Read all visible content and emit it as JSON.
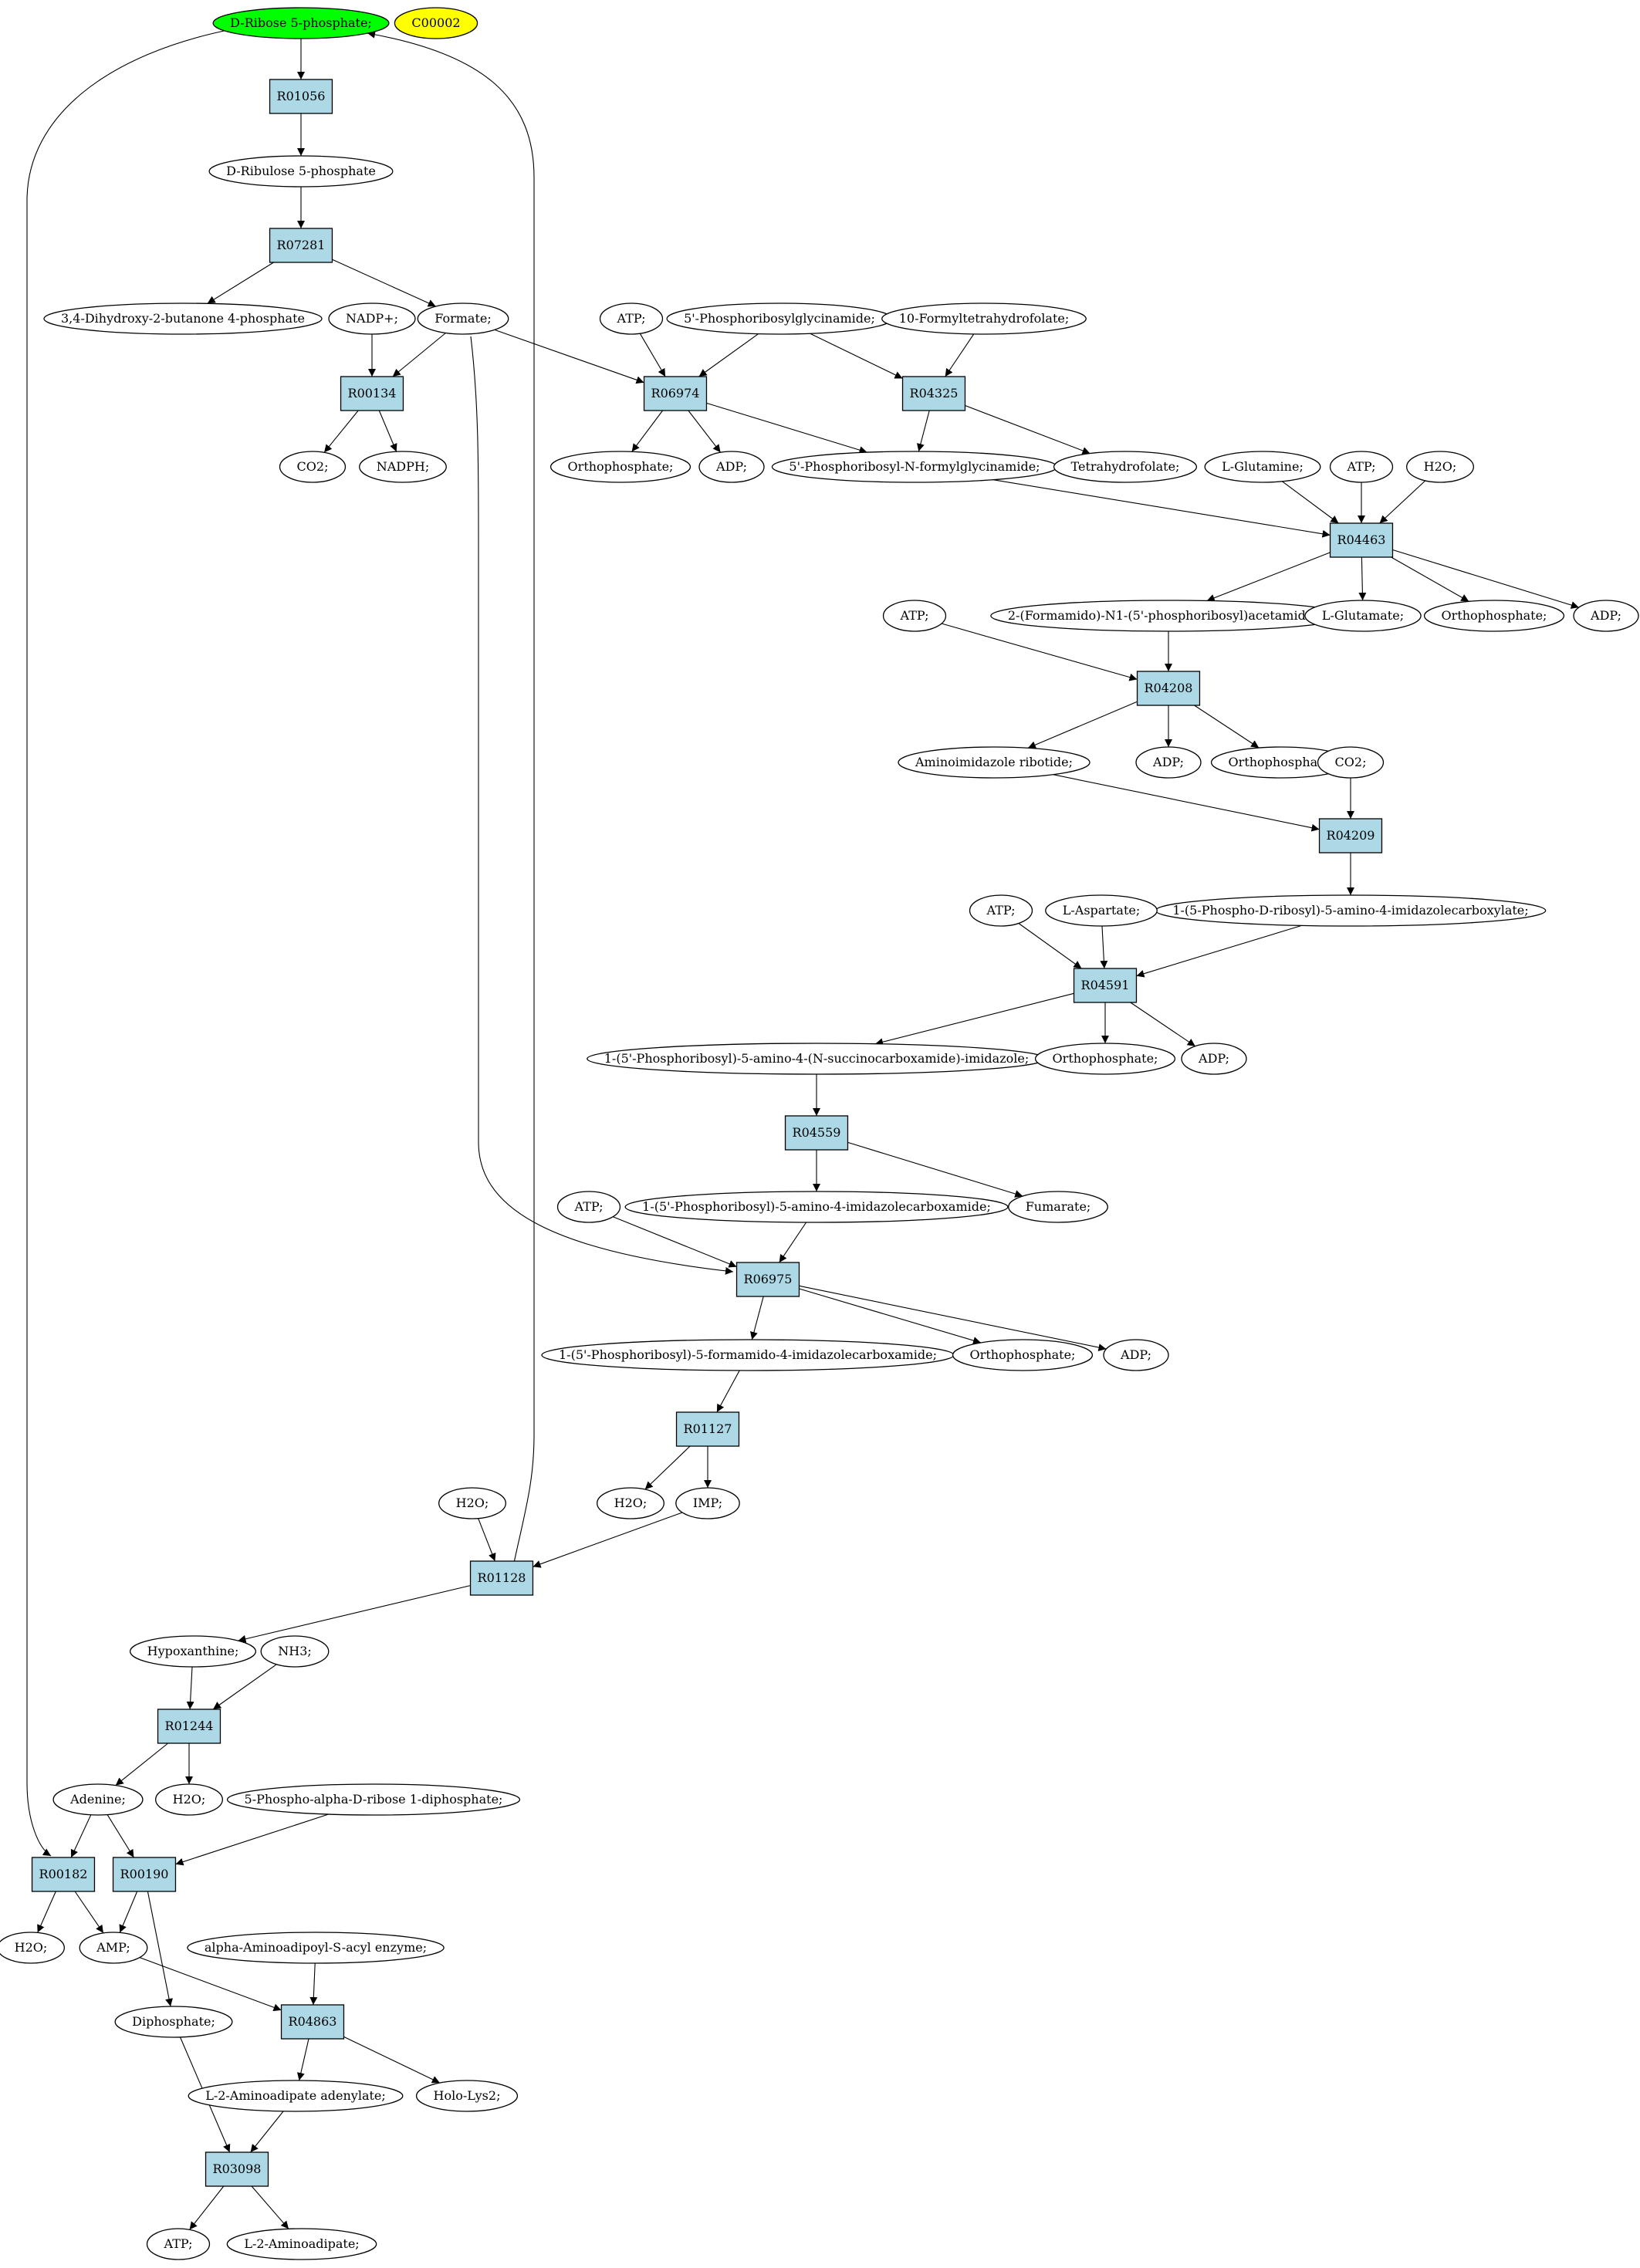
{
  "diagram": {
    "colors": {
      "reaction_fill": "#add8e6",
      "compound_fill": "#ffffff",
      "start_fill": "#00ff00",
      "code_fill": "#ffff00",
      "stroke": "#000000"
    },
    "nodes": [
      {
        "id": "n_ribose5p",
        "label": "D-Ribose 5-phosphate;",
        "kind": "compound",
        "style": "start"
      },
      {
        "id": "n_c00002",
        "label": "C00002",
        "kind": "compound",
        "style": "code"
      },
      {
        "id": "r01056",
        "label": "R01056",
        "kind": "reaction"
      },
      {
        "id": "n_ribulose5p",
        "label": "D-Ribulose 5-phosphate",
        "kind": "compound"
      },
      {
        "id": "r07281",
        "label": "R07281",
        "kind": "reaction"
      },
      {
        "id": "n_dhbp",
        "label": "3,4-Dihydroxy-2-butanone 4-phosphate",
        "kind": "compound"
      },
      {
        "id": "n_nadp",
        "label": "NADP+;",
        "kind": "compound"
      },
      {
        "id": "n_formate",
        "label": "Formate;",
        "kind": "compound"
      },
      {
        "id": "r00134",
        "label": "R00134",
        "kind": "reaction"
      },
      {
        "id": "n_co2_a",
        "label": "CO2;",
        "kind": "compound"
      },
      {
        "id": "n_nadph",
        "label": "NADPH;",
        "kind": "compound"
      },
      {
        "id": "n_atp_a",
        "label": "ATP;",
        "kind": "compound"
      },
      {
        "id": "n_prg",
        "label": "5'-Phosphoribosylglycinamide;",
        "kind": "compound"
      },
      {
        "id": "n_fthf",
        "label": "10-Formyltetrahydrofolate;",
        "kind": "compound"
      },
      {
        "id": "r06974",
        "label": "R06974",
        "kind": "reaction"
      },
      {
        "id": "r04325",
        "label": "R04325",
        "kind": "reaction"
      },
      {
        "id": "n_pi_a",
        "label": "Orthophosphate;",
        "kind": "compound"
      },
      {
        "id": "n_adp_a",
        "label": "ADP;",
        "kind": "compound"
      },
      {
        "id": "n_fgar",
        "label": "5'-Phosphoribosyl-N-formylglycinamide;",
        "kind": "compound"
      },
      {
        "id": "n_thf",
        "label": "Tetrahydrofolate;",
        "kind": "compound"
      },
      {
        "id": "n_gln",
        "label": "L-Glutamine;",
        "kind": "compound"
      },
      {
        "id": "n_atp_b",
        "label": "ATP;",
        "kind": "compound"
      },
      {
        "id": "n_h2o_a",
        "label": "H2O;",
        "kind": "compound"
      },
      {
        "id": "r04463",
        "label": "R04463",
        "kind": "reaction"
      },
      {
        "id": "n_fgam",
        "label": "2-(Formamido)-N1-(5'-phosphoribosyl)acetamidine;",
        "kind": "compound"
      },
      {
        "id": "n_glu",
        "label": "L-Glutamate;",
        "kind": "compound"
      },
      {
        "id": "n_pi_b",
        "label": "Orthophosphate;",
        "kind": "compound"
      },
      {
        "id": "n_adp_b",
        "label": "ADP;",
        "kind": "compound"
      },
      {
        "id": "n_atp_c",
        "label": "ATP;",
        "kind": "compound"
      },
      {
        "id": "r04208",
        "label": "R04208",
        "kind": "reaction"
      },
      {
        "id": "n_air",
        "label": "Aminoimidazole ribotide;",
        "kind": "compound"
      },
      {
        "id": "n_adp_c",
        "label": "ADP;",
        "kind": "compound"
      },
      {
        "id": "n_pi_c",
        "label": "Orthophosphate;",
        "kind": "compound"
      },
      {
        "id": "n_co2_b",
        "label": "CO2;",
        "kind": "compound"
      },
      {
        "id": "r04209",
        "label": "R04209",
        "kind": "reaction"
      },
      {
        "id": "n_cair",
        "label": "1-(5-Phospho-D-ribosyl)-5-amino-4-imidazolecarboxylate;",
        "kind": "compound"
      },
      {
        "id": "n_atp_d",
        "label": "ATP;",
        "kind": "compound"
      },
      {
        "id": "n_asp",
        "label": "L-Aspartate;",
        "kind": "compound"
      },
      {
        "id": "r04591",
        "label": "R04591",
        "kind": "reaction"
      },
      {
        "id": "n_saicar",
        "label": "1-(5'-Phosphoribosyl)-5-amino-4-(N-succinocarboxamide)-imidazole;",
        "kind": "compound"
      },
      {
        "id": "n_pi_d",
        "label": "Orthophosphate;",
        "kind": "compound"
      },
      {
        "id": "n_adp_d",
        "label": "ADP;",
        "kind": "compound"
      },
      {
        "id": "r04559",
        "label": "R04559",
        "kind": "reaction"
      },
      {
        "id": "n_aicar",
        "label": "1-(5'-Phosphoribosyl)-5-amino-4-imidazolecarboxamide;",
        "kind": "compound"
      },
      {
        "id": "n_fum",
        "label": "Fumarate;",
        "kind": "compound"
      },
      {
        "id": "n_atp_e",
        "label": "ATP;",
        "kind": "compound"
      },
      {
        "id": "r06975",
        "label": "R06975",
        "kind": "reaction"
      },
      {
        "id": "n_faicar",
        "label": "1-(5'-Phosphoribosyl)-5-formamido-4-imidazolecarboxamide;",
        "kind": "compound"
      },
      {
        "id": "n_pi_e",
        "label": "Orthophosphate;",
        "kind": "compound"
      },
      {
        "id": "n_adp_e",
        "label": "ADP;",
        "kind": "compound"
      },
      {
        "id": "r01127",
        "label": "R01127",
        "kind": "reaction"
      },
      {
        "id": "n_h2o_b",
        "label": "H2O;",
        "kind": "compound"
      },
      {
        "id": "n_imp",
        "label": "IMP;",
        "kind": "compound"
      },
      {
        "id": "n_h2o_c",
        "label": "H2O;",
        "kind": "compound"
      },
      {
        "id": "r01128",
        "label": "R01128",
        "kind": "reaction"
      },
      {
        "id": "n_hyp",
        "label": "Hypoxanthine;",
        "kind": "compound"
      },
      {
        "id": "n_nh3",
        "label": "NH3;",
        "kind": "compound"
      },
      {
        "id": "r01244",
        "label": "R01244",
        "kind": "reaction"
      },
      {
        "id": "n_ade",
        "label": "Adenine;",
        "kind": "compound"
      },
      {
        "id": "n_h2o_d",
        "label": "H2O;",
        "kind": "compound"
      },
      {
        "id": "n_prpp",
        "label": "5-Phospho-alpha-D-ribose 1-diphosphate;",
        "kind": "compound"
      },
      {
        "id": "r00182",
        "label": "R00182",
        "kind": "reaction"
      },
      {
        "id": "r00190",
        "label": "R00190",
        "kind": "reaction"
      },
      {
        "id": "n_h2o_e",
        "label": "H2O;",
        "kind": "compound"
      },
      {
        "id": "n_amp",
        "label": "AMP;",
        "kind": "compound"
      },
      {
        "id": "n_aase",
        "label": "alpha-Aminoadipoyl-S-acyl enzyme;",
        "kind": "compound"
      },
      {
        "id": "n_ppi",
        "label": "Diphosphate;",
        "kind": "compound"
      },
      {
        "id": "r04863",
        "label": "R04863",
        "kind": "reaction"
      },
      {
        "id": "n_aaad",
        "label": "L-2-Aminoadipate adenylate;",
        "kind": "compound"
      },
      {
        "id": "n_holo",
        "label": "Holo-Lys2;",
        "kind": "compound"
      },
      {
        "id": "r03098",
        "label": "R03098",
        "kind": "reaction"
      },
      {
        "id": "n_atp_f",
        "label": "ATP;",
        "kind": "compound"
      },
      {
        "id": "n_aad",
        "label": "L-2-Aminoadipate;",
        "kind": "compound"
      }
    ],
    "edges": [
      [
        "n_ribose5p",
        "r01056"
      ],
      [
        "r01056",
        "n_ribulose5p"
      ],
      [
        "n_ribulose5p",
        "r07281"
      ],
      [
        "r07281",
        "n_dhbp"
      ],
      [
        "r07281",
        "n_formate"
      ],
      [
        "n_nadp",
        "r00134"
      ],
      [
        "n_formate",
        "r00134"
      ],
      [
        "r00134",
        "n_co2_a"
      ],
      [
        "r00134",
        "n_nadph"
      ],
      [
        "n_formate",
        "r06974"
      ],
      [
        "n_atp_a",
        "r06974"
      ],
      [
        "n_prg",
        "r06974"
      ],
      [
        "r06974",
        "n_pi_a"
      ],
      [
        "r06974",
        "n_adp_a"
      ],
      [
        "r06974",
        "n_fgar"
      ],
      [
        "n_prg",
        "r04325"
      ],
      [
        "n_fthf",
        "r04325"
      ],
      [
        "r04325",
        "n_fgar"
      ],
      [
        "r04325",
        "n_thf"
      ],
      [
        "n_fgar",
        "r04463"
      ],
      [
        "n_gln",
        "r04463"
      ],
      [
        "n_atp_b",
        "r04463"
      ],
      [
        "n_h2o_a",
        "r04463"
      ],
      [
        "r04463",
        "n_fgam"
      ],
      [
        "r04463",
        "n_glu"
      ],
      [
        "r04463",
        "n_pi_b"
      ],
      [
        "r04463",
        "n_adp_b"
      ],
      [
        "n_atp_c",
        "r04208"
      ],
      [
        "n_fgam",
        "r04208"
      ],
      [
        "r04208",
        "n_air"
      ],
      [
        "r04208",
        "n_adp_c"
      ],
      [
        "r04208",
        "n_pi_c"
      ],
      [
        "n_air",
        "r04209"
      ],
      [
        "n_co2_b",
        "r04209"
      ],
      [
        "r04209",
        "n_cair"
      ],
      [
        "n_atp_d",
        "r04591"
      ],
      [
        "n_asp",
        "r04591"
      ],
      [
        "n_cair",
        "r04591"
      ],
      [
        "r04591",
        "n_saicar"
      ],
      [
        "r04591",
        "n_pi_d"
      ],
      [
        "r04591",
        "n_adp_d"
      ],
      [
        "n_saicar",
        "r04559"
      ],
      [
        "r04559",
        "n_aicar"
      ],
      [
        "r04559",
        "n_fum"
      ],
      [
        "n_atp_e",
        "r06975"
      ],
      [
        "n_aicar",
        "r06975"
      ],
      [
        "n_formate",
        "r06975"
      ],
      [
        "r06975",
        "n_faicar"
      ],
      [
        "r06975",
        "n_pi_e"
      ],
      [
        "r06975",
        "n_adp_e"
      ],
      [
        "n_faicar",
        "r01127"
      ],
      [
        "r01127",
        "n_h2o_b"
      ],
      [
        "r01127",
        "n_imp"
      ],
      [
        "n_h2o_c",
        "r01128"
      ],
      [
        "n_imp",
        "r01128"
      ],
      [
        "r01128",
        "n_ribose5p"
      ],
      [
        "r01128",
        "n_hyp"
      ],
      [
        "n_hyp",
        "r01244"
      ],
      [
        "n_nh3",
        "r01244"
      ],
      [
        "r01244",
        "n_ade"
      ],
      [
        "r01244",
        "n_h2o_d"
      ],
      [
        "n_ribose5p",
        "r00182"
      ],
      [
        "n_ade",
        "r00182"
      ],
      [
        "n_ade",
        "r00190"
      ],
      [
        "n_prpp",
        "r00190"
      ],
      [
        "r00182",
        "n_h2o_e"
      ],
      [
        "r00182",
        "n_amp"
      ],
      [
        "r00190",
        "n_amp"
      ],
      [
        "r00190",
        "n_ppi"
      ],
      [
        "n_amp",
        "r04863"
      ],
      [
        "n_aase",
        "r04863"
      ],
      [
        "r04863",
        "n_aaad"
      ],
      [
        "r04863",
        "n_holo"
      ],
      [
        "n_aaad",
        "r03098"
      ],
      [
        "n_ppi",
        "r03098"
      ],
      [
        "r03098",
        "n_atp_f"
      ],
      [
        "r03098",
        "n_aad"
      ]
    ]
  }
}
